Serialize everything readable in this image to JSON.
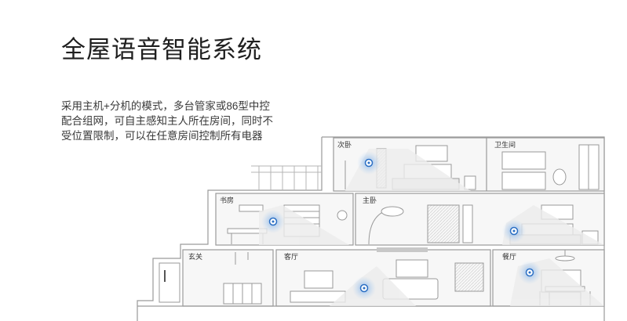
{
  "title": "全屋语音智能系统",
  "description": [
    "采用主机+分机的模式，多台管家或86型中控",
    "配合组网，可自主感知主人所在房间，同时不",
    "受位置限制，可以在任意房间控制所有电器"
  ],
  "rooms": {
    "second_bedroom": "次卧",
    "bathroom": "卫生间",
    "study": "书房",
    "master_bedroom": "主卧",
    "entrance": "玄关",
    "living_room": "客厅",
    "dining_room": "餐厅"
  },
  "colors": {
    "accent_blue": "#4a90e2",
    "line": "#9a9a9a",
    "wall": "#f5f5f5"
  },
  "icons": [
    "voice-hub-icon"
  ]
}
